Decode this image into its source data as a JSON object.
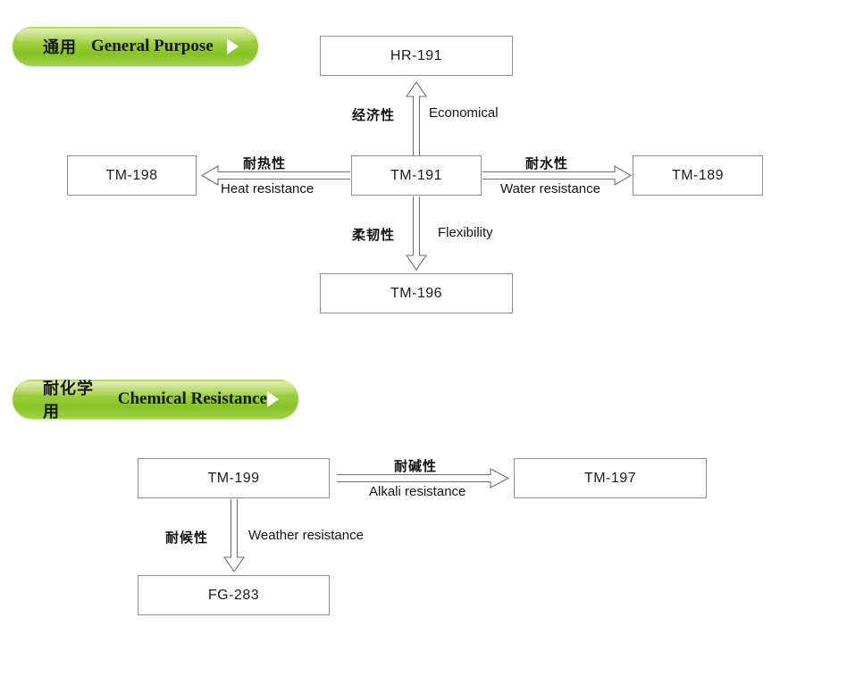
{
  "page": {
    "title": "Product Selection Flow Chart",
    "background": "#ffffff",
    "box_border_color": "#8d8d8d",
    "banner_green_light": "#b9dc5a",
    "banner_green_dark": "#86c325",
    "arrow_stroke": "#6f6f6f"
  },
  "sections": [
    {
      "id": "general-purpose",
      "banner": {
        "label_cn": "通用",
        "label_en": "General Purpose",
        "caret_icon": "play-triangle-icon"
      },
      "nodes": [
        {
          "id": "hr-191",
          "label": "HR-191"
        },
        {
          "id": "tm-198",
          "label": "TM-198"
        },
        {
          "id": "tm-191",
          "label": "TM-191"
        },
        {
          "id": "tm-189",
          "label": "TM-189"
        },
        {
          "id": "tm-196",
          "label": "TM-196"
        }
      ],
      "edges": [
        {
          "id": "economical",
          "from": "tm-191",
          "to": "hr-191",
          "direction": "up",
          "label_cn": "经济性",
          "label_en": "Economical"
        },
        {
          "id": "heat-resistance",
          "from": "tm-191",
          "to": "tm-198",
          "direction": "left",
          "label_cn": "耐热性",
          "label_en": "Heat resistance"
        },
        {
          "id": "water-resistance",
          "from": "tm-191",
          "to": "tm-189",
          "direction": "right",
          "label_cn": "耐水性",
          "label_en": "Water resistance"
        },
        {
          "id": "flexibility",
          "from": "tm-191",
          "to": "tm-196",
          "direction": "down",
          "label_cn": "柔韧性",
          "label_en": "Flexibility"
        }
      ]
    },
    {
      "id": "chemical-resistance",
      "banner": {
        "label_cn": "耐化学用",
        "label_en": "Chemical Resistance",
        "caret_icon": "play-triangle-icon"
      },
      "nodes": [
        {
          "id": "tm-199",
          "label": "TM-199"
        },
        {
          "id": "tm-197",
          "label": "TM-197"
        },
        {
          "id": "fg-283",
          "label": "FG-283"
        }
      ],
      "edges": [
        {
          "id": "alkali-resistance",
          "from": "tm-199",
          "to": "tm-197",
          "direction": "right",
          "label_cn": "耐碱性",
          "label_en": "Alkali resistance"
        },
        {
          "id": "weather-resistance",
          "from": "tm-199",
          "to": "fg-283",
          "direction": "down",
          "label_cn": "耐候性",
          "label_en": "Weather resistance"
        }
      ]
    }
  ]
}
